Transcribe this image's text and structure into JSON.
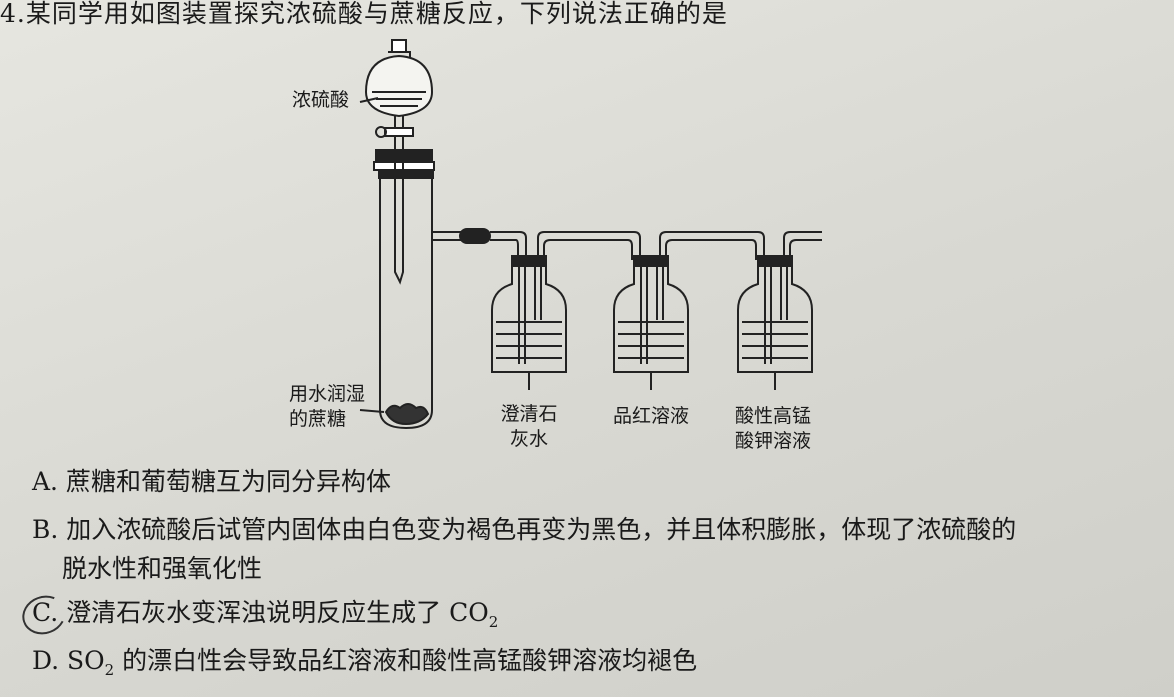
{
  "question": {
    "number": "4.",
    "stem": "某同学用如图装置探究浓硫酸与蔗糖反应，下列说法正确的是"
  },
  "diagram": {
    "labels": {
      "acid": "浓硫酸",
      "sugar_line1": "用水润湿",
      "sugar_line2": "的蔗糖",
      "bottle1_line1": "澄清石",
      "bottle1_line2": "灰水",
      "bottle2": "品红溶液",
      "bottle3_line1": "酸性高锰",
      "bottle3_line2": "酸钾溶液"
    }
  },
  "options": {
    "a": "A. 蔗糖和葡萄糖互为同分异构体",
    "b_line1": "B. 加入浓硫酸后试管内固体由白色变为褐色再变为黑色，并且体积膨胀，体现了浓硫酸的",
    "b_line2": "脱水性和强氧化性",
    "c_text": "C. 澄清石灰水变浑浊说明反应生成了 CO",
    "c_sub": "2",
    "d_pre": "D. SO",
    "d_sub": "2",
    "d_post": " 的漂白性会导致品红溶液和酸性高锰酸钾溶液均褪色"
  },
  "colors": {
    "ink": "#1a1a1a",
    "paper": "#dcdcd6"
  }
}
